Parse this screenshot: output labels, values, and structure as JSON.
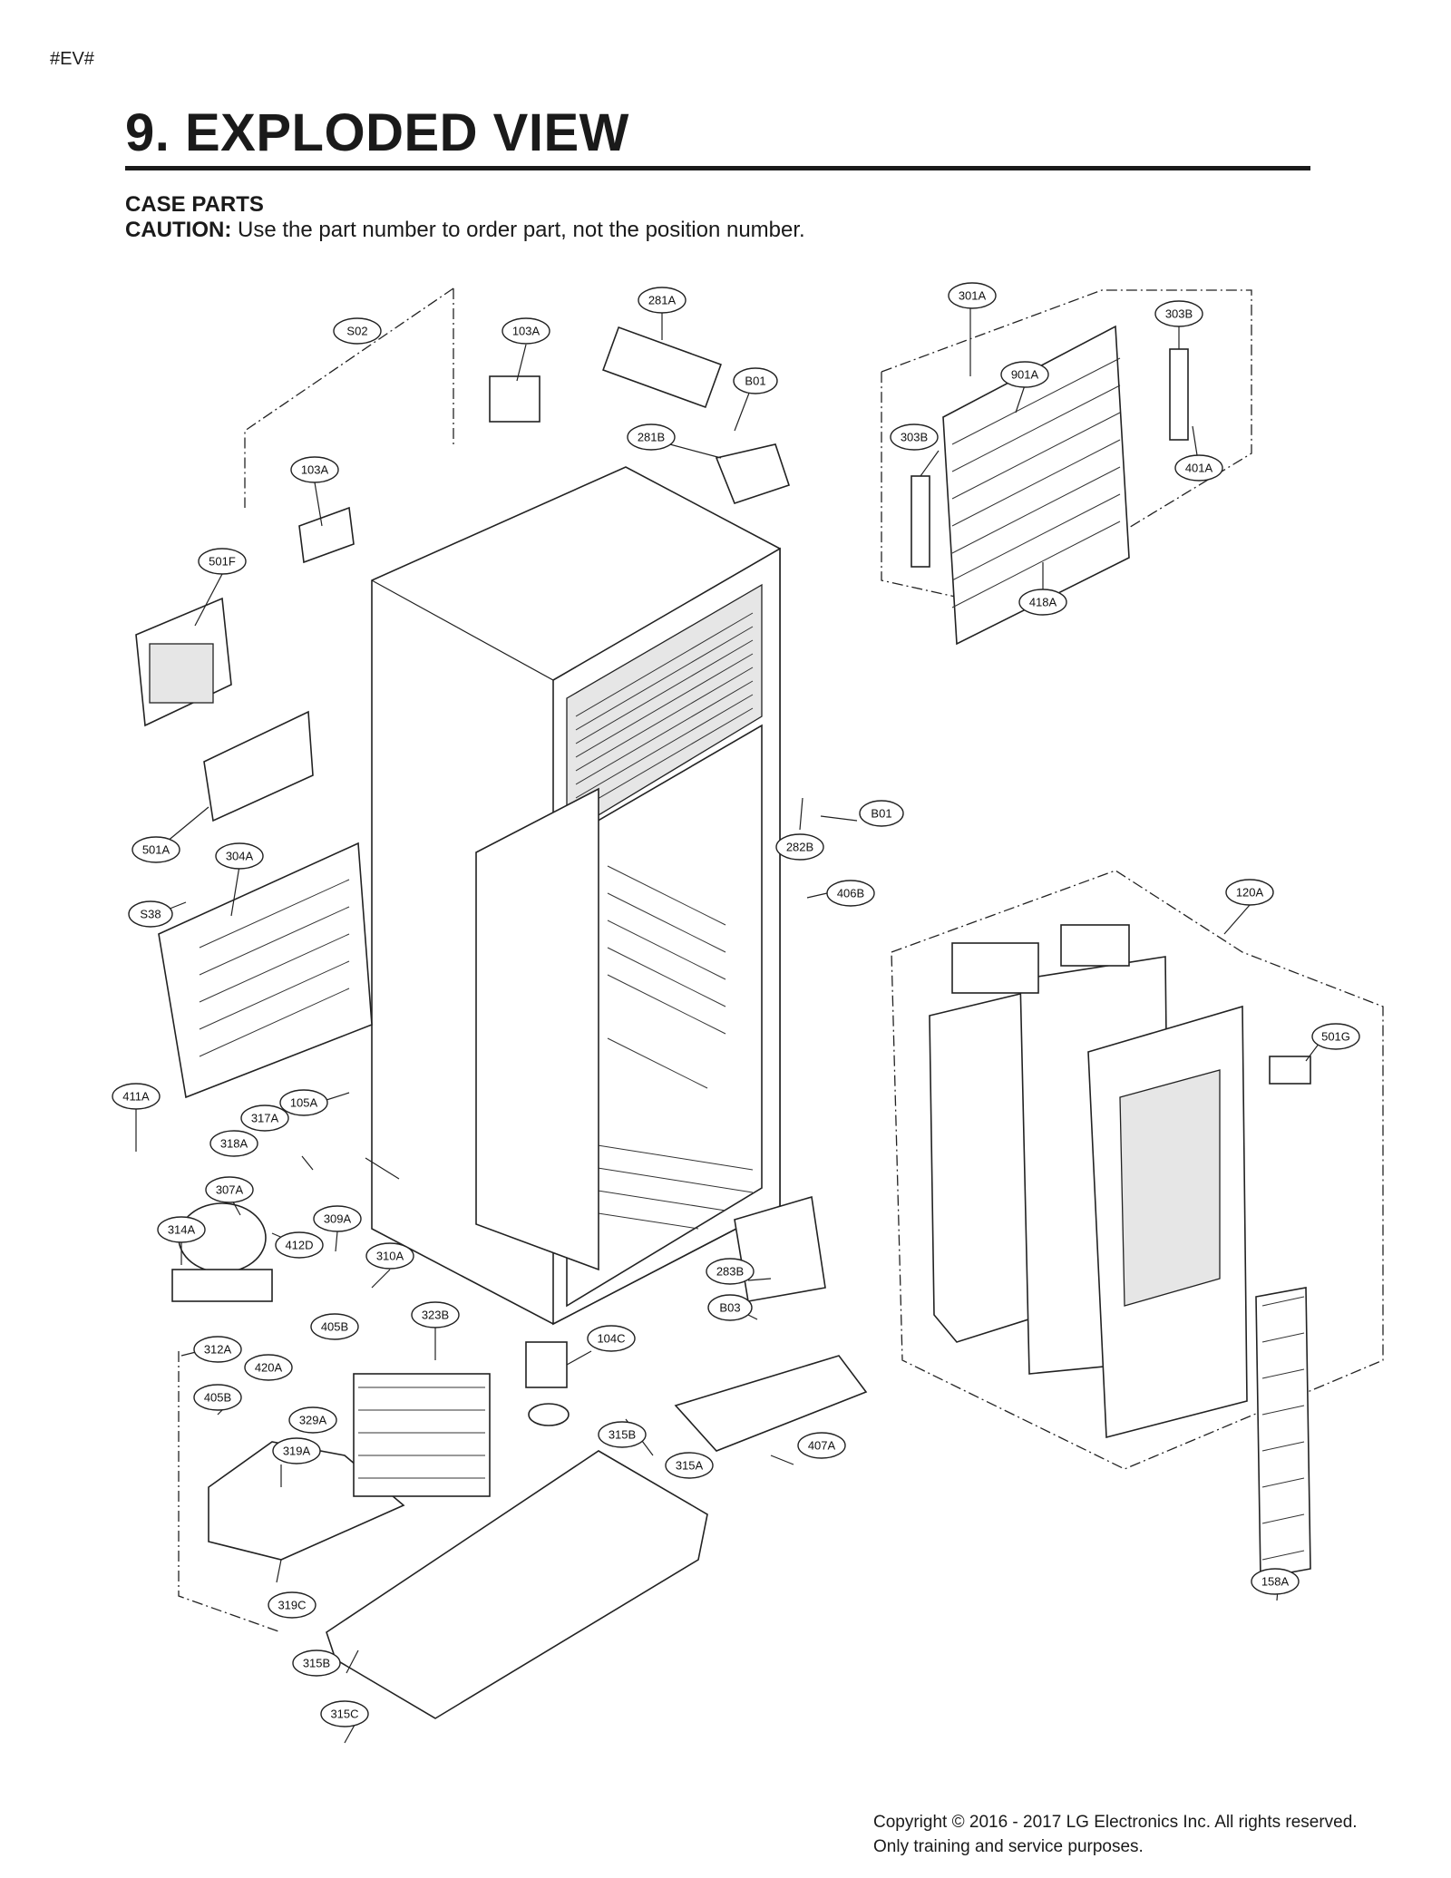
{
  "header_tag": "#EV#",
  "title": "9. EXPLODED VIEW",
  "section": "CASE PARTS",
  "caution_label": "CAUTION:",
  "caution_text": " Use the part number to order part, not the position number.",
  "callouts": {
    "s02": "S02",
    "c103a_top": "103A",
    "c281a": "281A",
    "b01_top": "B01",
    "c281b": "281B",
    "c301a": "301A",
    "c303b_right": "303B",
    "c901a": "901A",
    "c303b_left": "303B",
    "c401a": "401A",
    "c418a": "418A",
    "c103a_left": "103A",
    "c501f": "501F",
    "c282b": "282B",
    "b01_mid": "B01",
    "c406b": "406B",
    "c501a": "501A",
    "c304a": "304A",
    "s38": "S38",
    "c120a": "120A",
    "c501g": "501G",
    "c411a": "411A",
    "c105a": "105A",
    "c317a": "317A",
    "c318a": "318A",
    "c307a": "307A",
    "c314a": "314A",
    "c412d": "412D",
    "c309a": "309A",
    "c310a": "310A",
    "c283b": "283B",
    "b03": "B03",
    "c405b_top": "405B",
    "c323b": "323B",
    "c104c": "104C",
    "c312a": "312A",
    "c420a": "420A",
    "c405b_left": "405B",
    "c329a": "329A",
    "c315b_top": "315B",
    "c407a": "407A",
    "c315a": "315A",
    "c319a": "319A",
    "c319c": "319C",
    "c158a": "158A",
    "c315b_bottom": "315B",
    "c315c": "315C"
  },
  "copyright_line1": "Copyright © 2016 - 2017 LG Electronics Inc. All rights reserved.",
  "copyright_line2": "Only training and service purposes."
}
